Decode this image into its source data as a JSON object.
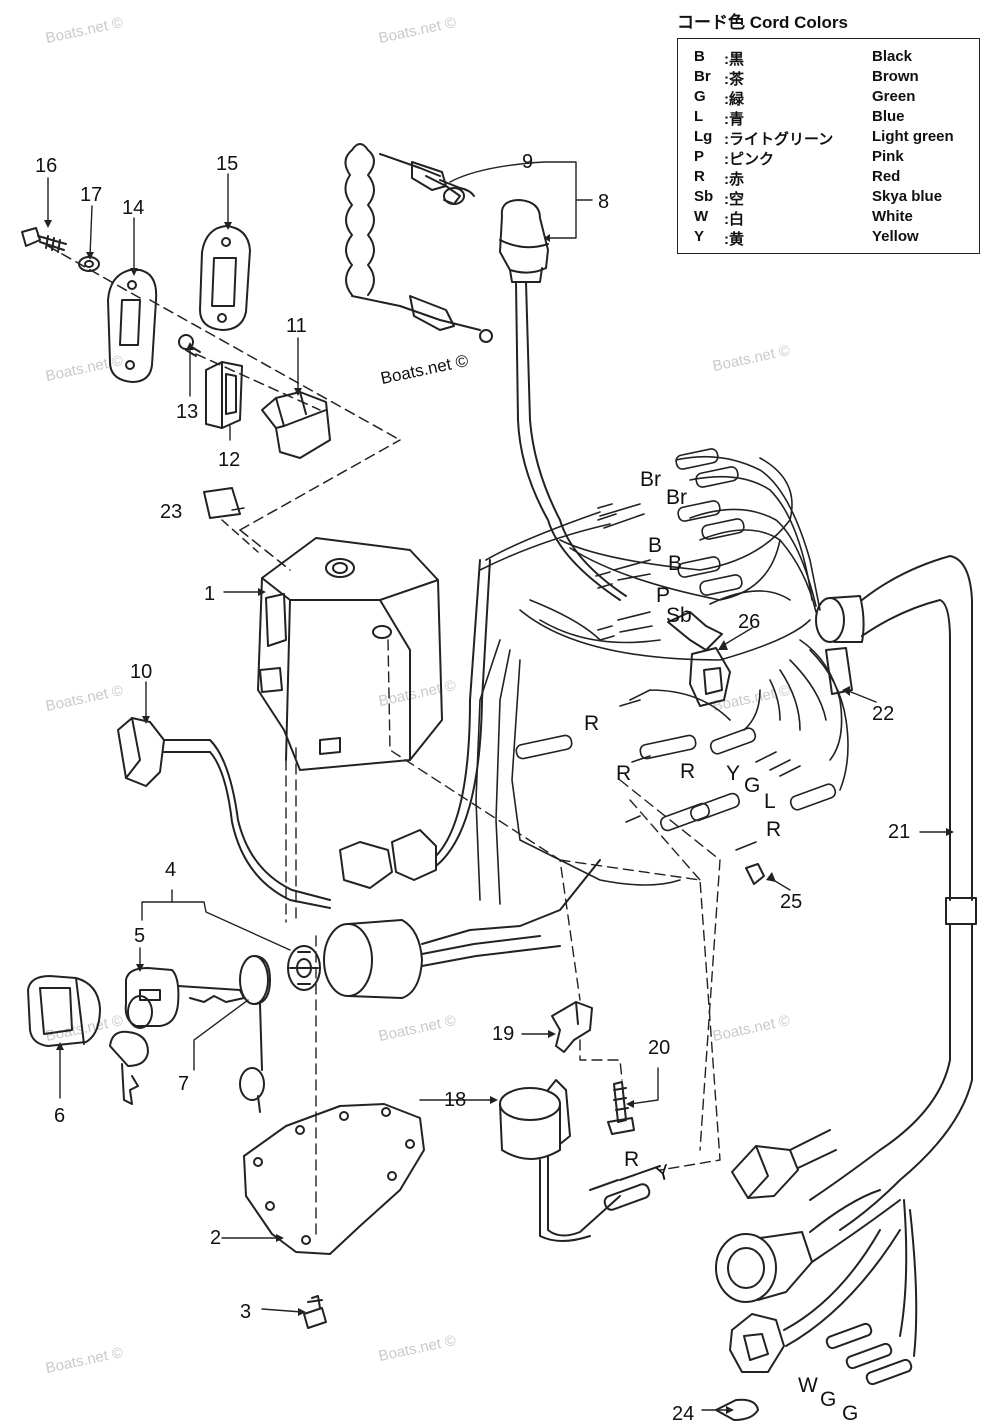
{
  "legend": {
    "title": "コード色 Cord Colors",
    "rows": [
      {
        "code": "B",
        "jp": ":黒",
        "en": "Black"
      },
      {
        "code": "Br",
        "jp": ":茶",
        "en": "Brown"
      },
      {
        "code": "G",
        "jp": ":緑",
        "en": "Green"
      },
      {
        "code": "L",
        "jp": ":青",
        "en": "Blue"
      },
      {
        "code": "Lg",
        "jp": ":ライトグリーン",
        "en": "Light green"
      },
      {
        "code": "P",
        "jp": ":ピンク",
        "en": "Pink"
      },
      {
        "code": "R",
        "jp": ":赤",
        "en": "Red"
      },
      {
        "code": "Sb",
        "jp": ":空",
        "en": "Skya blue"
      },
      {
        "code": "W",
        "jp": ":白",
        "en": "White"
      },
      {
        "code": "Y",
        "jp": ":黄",
        "en": "Yellow"
      }
    ]
  },
  "watermark": "Boats.net ©",
  "center_label": "Boats.net ©",
  "part_numbers": {
    "p1": "1",
    "p2": "2",
    "p3": "3",
    "p4": "4",
    "p5": "5",
    "p6": "6",
    "p7": "7",
    "p8": "8",
    "p9": "9",
    "p10": "10",
    "p11": "11",
    "p12": "12",
    "p13": "13",
    "p14": "14",
    "p15": "15",
    "p16": "16",
    "p17": "17",
    "p18": "18",
    "p19": "19",
    "p20": "20",
    "p21": "21",
    "p22": "22",
    "p23": "23",
    "p24": "24",
    "p25": "25",
    "p26": "26"
  },
  "wire_codes": {
    "br1": "Br",
    "br2": "Br",
    "b1": "B",
    "b2": "B",
    "p": "P",
    "sb": "Sb",
    "r1": "R",
    "r2": "R",
    "r3": "R",
    "y1": "Y",
    "g1": "G",
    "l1": "L",
    "r4": "R",
    "r5": "R",
    "y2": "Y",
    "w": "W",
    "g2": "G",
    "g3": "G"
  }
}
